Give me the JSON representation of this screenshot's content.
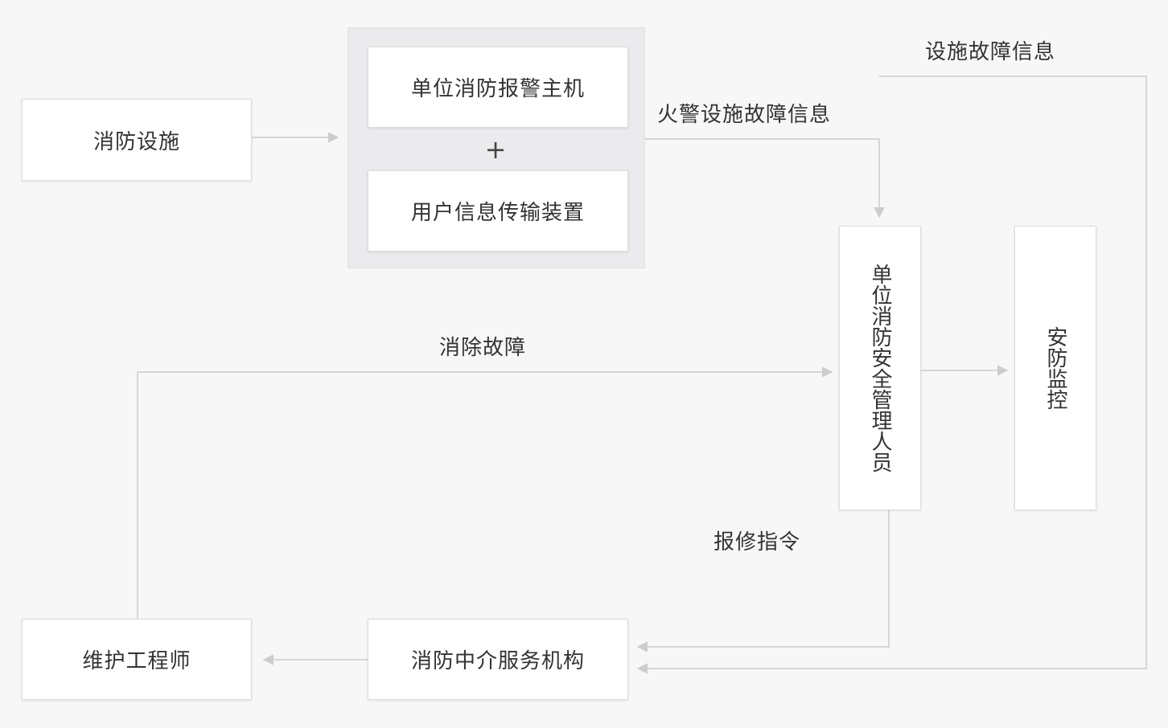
{
  "nodes": {
    "fire_facilities": "消防设施",
    "alarm_host": "单位消防报警主机",
    "user_info_device": "用户信息传输装置",
    "safety_manager": "单位消防安全管理人员",
    "security_monitoring": "安防监控",
    "maintenance_engineer": "维护工程师",
    "fire_service_agency": "消防中介服务机构"
  },
  "symbols": {
    "plus": "+"
  },
  "edge_labels": {
    "fire_alarm_fault_info": "火警设施故障信息",
    "facility_fault_info": "设施故障信息",
    "clear_fault": "消除故障",
    "repair_order": "报修指令"
  },
  "colors": {
    "background": "#f7f7f7",
    "node_fill": "#ffffff",
    "group_fill": "#ebebed",
    "connector": "#cccccc",
    "text": "#333333"
  }
}
